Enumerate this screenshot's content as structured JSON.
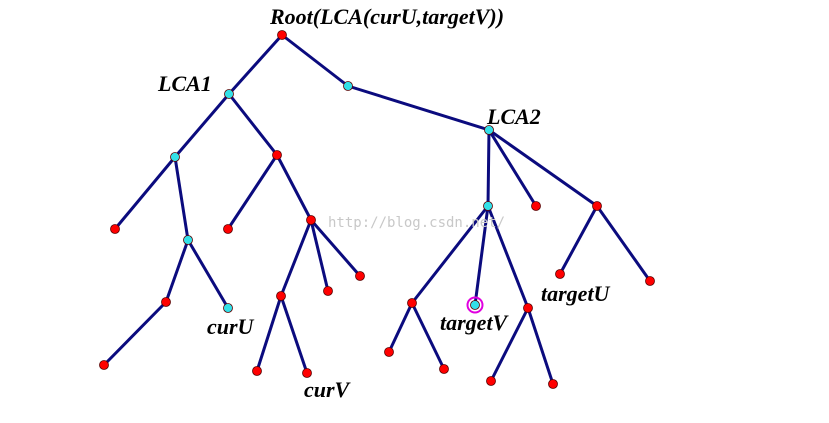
{
  "diagram": {
    "labels": {
      "root": "Root(LCA(curU,targetV))",
      "lca1": "LCA1",
      "lca2": "LCA2",
      "cur_u": "curU",
      "cur_v": "curV",
      "target_v": "targetV",
      "target_u": "targetU"
    },
    "watermark": "http://blog.csdn.net/",
    "colors": {
      "edge": "#0b0b7e",
      "red_node": "#ff0000",
      "cyan_node": "#33e0e8",
      "node_outline": "#5a0000",
      "highlight_ring": "#e000e0"
    }
  }
}
